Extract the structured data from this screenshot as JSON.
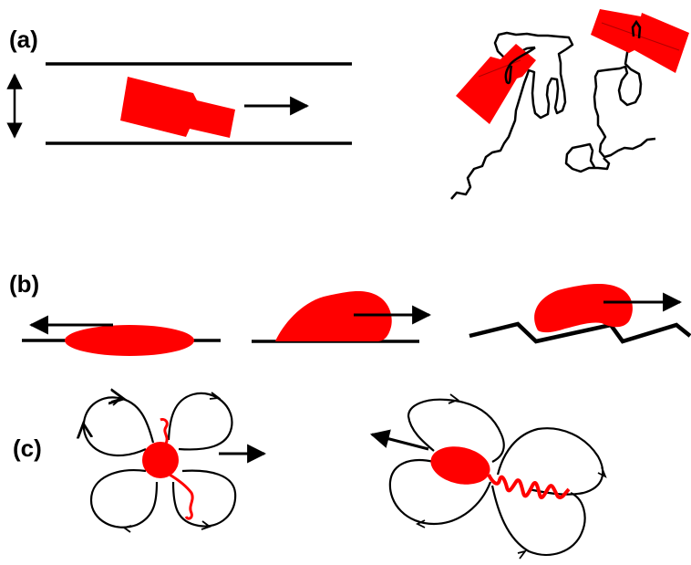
{
  "panels": {
    "a": {
      "label": "(a)"
    },
    "b": {
      "label": "(b)"
    },
    "c": {
      "label": "(c)"
    }
  },
  "colors": {
    "cell": "#ff0000",
    "line": "#000000",
    "background": "#ffffff"
  }
}
